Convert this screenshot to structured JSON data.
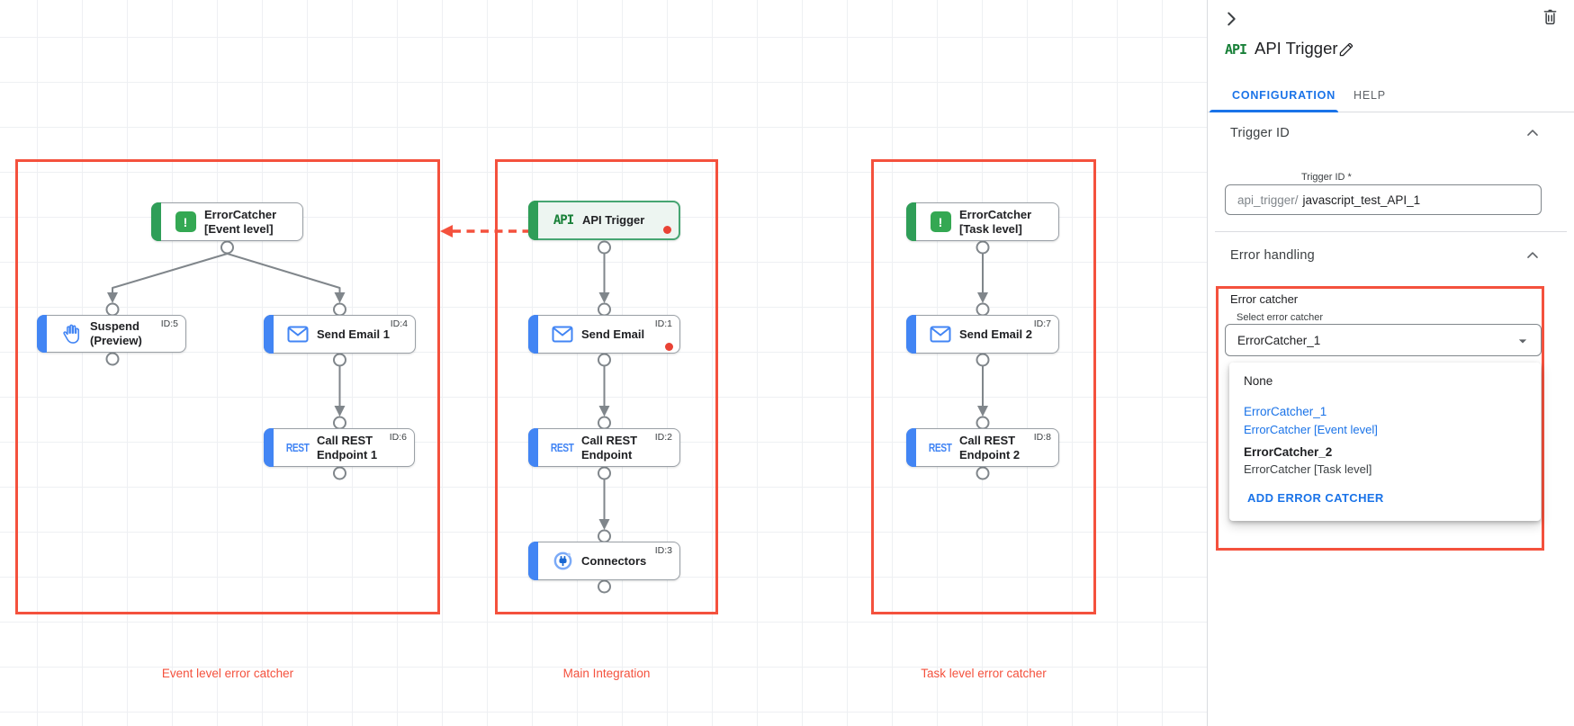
{
  "colors": {
    "annotation_red": "#f4513d",
    "node_blue": "#4285f4",
    "node_green": "#34a853",
    "link_blue": "#1a73e8",
    "api_logo_green": "#188038",
    "error_dot_red": "#e94235",
    "connector_gray": "#80868b"
  },
  "canvas": {
    "icons": {
      "api": "API",
      "rest": "REST",
      "error": "!"
    },
    "groups": [
      {
        "label": "Event level error catcher"
      },
      {
        "label": "Main Integration"
      },
      {
        "label": "Task level error catcher"
      }
    ],
    "nodes": [
      {
        "icon": "error-catcher-icon",
        "line1": "ErrorCatcher",
        "line2": "[Event level]"
      },
      {
        "icon": "hand-icon",
        "line1": "Suspend",
        "line2": "(Preview)",
        "id": "ID:5"
      },
      {
        "icon": "mail-icon",
        "line1": "Send Email 1",
        "id": "ID:4"
      },
      {
        "icon": "rest-icon",
        "line1": "Call REST",
        "line2": "Endpoint 1",
        "id": "ID:6"
      },
      {
        "icon": "api-icon",
        "line1": "API Trigger"
      },
      {
        "icon": "mail-icon",
        "line1": "Send Email",
        "id": "ID:1"
      },
      {
        "icon": "rest-icon",
        "line1": "Call REST",
        "line2": "Endpoint",
        "id": "ID:2"
      },
      {
        "icon": "connector-icon",
        "line1": "Connectors",
        "id": "ID:3"
      },
      {
        "icon": "error-catcher-icon",
        "line1": "ErrorCatcher",
        "line2": "[Task level]"
      },
      {
        "icon": "mail-icon",
        "line1": "Send Email 2",
        "id": "ID:7"
      },
      {
        "icon": "rest-icon",
        "line1": "Call REST",
        "line2": "Endpoint 2",
        "id": "ID:8"
      }
    ]
  },
  "panel": {
    "logo": "API",
    "title": "API Trigger",
    "tabs": {
      "configuration": "CONFIGURATION",
      "help": "HELP"
    },
    "trigger_section": {
      "title": "Trigger ID",
      "field_label": "Trigger ID *",
      "prefix": "api_trigger/",
      "value": "javascript_test_API_1"
    },
    "error_section": {
      "title": "Error handling",
      "group_label": "Error catcher",
      "select_label": "Select error catcher",
      "select_value": "ErrorCatcher_1",
      "menu": {
        "none": "None",
        "opt1_name": "ErrorCatcher_1",
        "opt1_detail": "ErrorCatcher [Event level]",
        "opt2_name": "ErrorCatcher_2",
        "opt2_detail": "ErrorCatcher [Task level]",
        "add_label": "ADD ERROR CATCHER"
      }
    }
  }
}
